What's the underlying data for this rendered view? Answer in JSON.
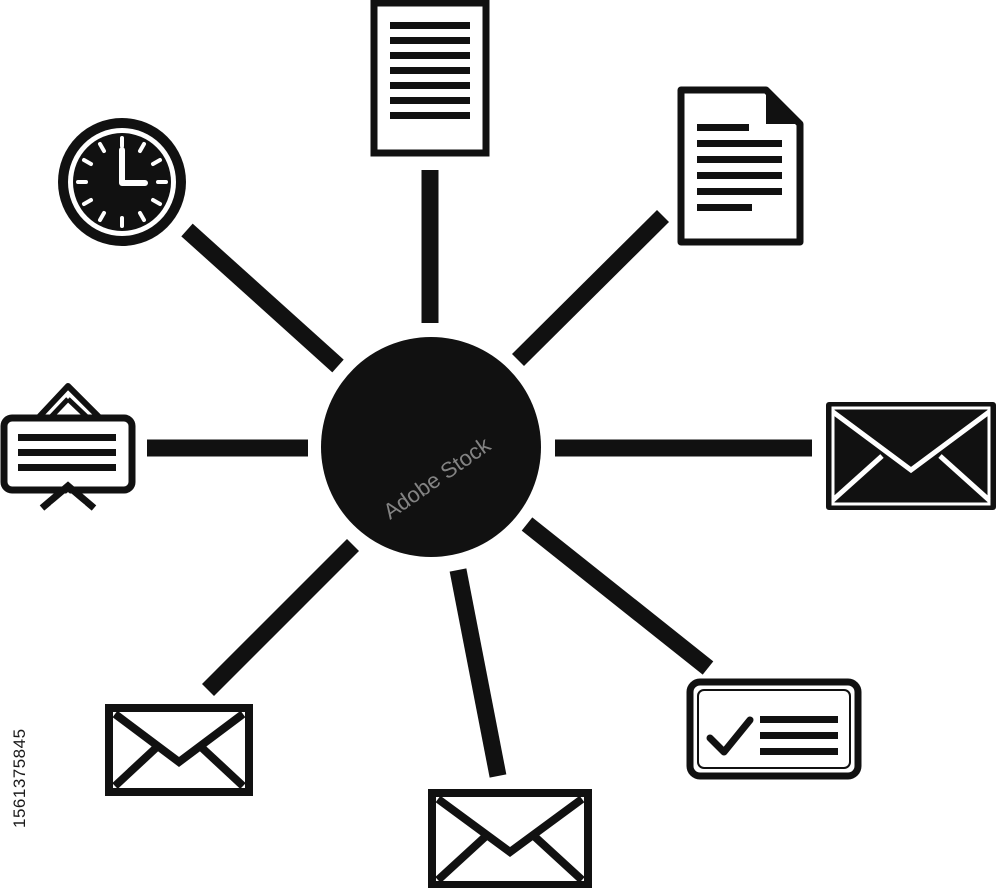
{
  "diagram": {
    "ink_color": "#111111",
    "paper_color": "#ffffff",
    "hub": {
      "shape": "filled-circle"
    },
    "nodes": [
      {
        "id": "clock",
        "icon": "clock-icon"
      },
      {
        "id": "document-top",
        "icon": "document-icon"
      },
      {
        "id": "document-folded",
        "icon": "folded-document-icon"
      },
      {
        "id": "envelope-right",
        "icon": "envelope-icon"
      },
      {
        "id": "checklist",
        "icon": "checklist-icon"
      },
      {
        "id": "envelope-bottom",
        "icon": "envelope-icon"
      },
      {
        "id": "envelope-bottom-left",
        "icon": "envelope-icon"
      },
      {
        "id": "message-banner",
        "icon": "message-banner-icon"
      }
    ]
  },
  "watermark": {
    "stock_id": "1561375845",
    "repeating_text": "Adobe Stock",
    "color": "#cfcfcf"
  }
}
